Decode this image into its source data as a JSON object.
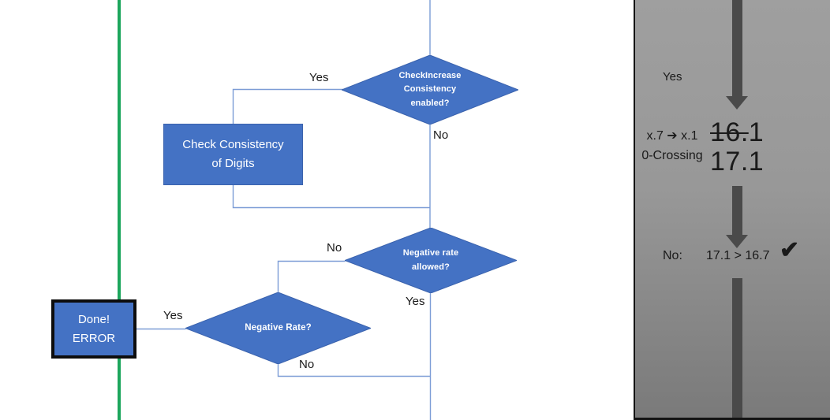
{
  "colors": {
    "shape_fill": "#4472C4",
    "shape_border": "#3A62AD",
    "connector_blue": "#7C9CD6",
    "timeline_green": "#1CA65C",
    "panel_arrow_gray": "#4A4A4A",
    "panel_bg_top": "#9F9F9F",
    "panel_bg_bottom": "#7A7A7A",
    "shape_text": "#FFFFFF",
    "label_text": "#1A1A1A"
  },
  "flowchart": {
    "decision_check_increase": {
      "text": "CheckIncrease\nConsistency\nenabled?"
    },
    "process_check_consistency": {
      "text": "Check Consistency\nof Digits"
    },
    "decision_negative_rate_allowed": {
      "text": "Negative rate\nallowed?"
    },
    "decision_negative_rate": {
      "text": "Negative Rate?"
    },
    "terminal_done_error": {
      "text": "Done!\nERROR"
    },
    "labels": {
      "check_increase_yes": "Yes",
      "check_increase_no": "No",
      "negative_rate_allowed_no": "No",
      "negative_rate_allowed_yes": "Yes",
      "negative_rate_yes": "Yes",
      "negative_rate_no": "No"
    }
  },
  "panel": {
    "yes_label": "Yes",
    "transition_rule": "x.7 ➔ x.1",
    "transition_name": "0-Crossing",
    "old_value_struck": "16.",
    "old_value_rest": "1",
    "new_value": "17.1",
    "result_label": "No:",
    "result_comparison": "17.1 > 16.7",
    "result_check": "✔"
  }
}
